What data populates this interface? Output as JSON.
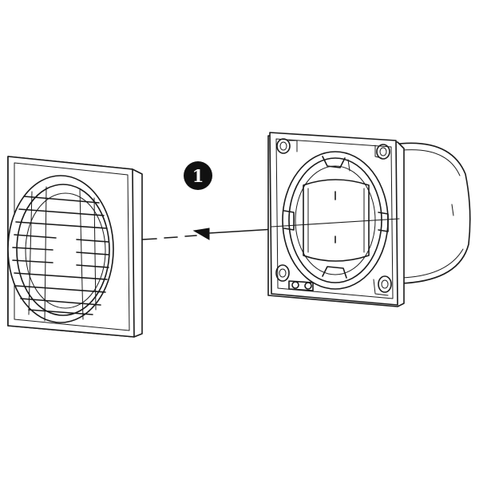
{
  "diagram": {
    "step_marker": {
      "label": "1",
      "badge_color": "#111111",
      "text_color": "#ffffff"
    },
    "line_color": "#1a1a1a",
    "background": "#ffffff",
    "parts": [
      {
        "id": "front-grille-cover",
        "icon": "front-cover-with-grille"
      },
      {
        "id": "fan-housing-unit",
        "icon": "fan-body-with-back-plate"
      }
    ],
    "relation": {
      "type": "removal-arrow",
      "from": "fan-housing-unit",
      "to": "front-grille-cover"
    }
  }
}
